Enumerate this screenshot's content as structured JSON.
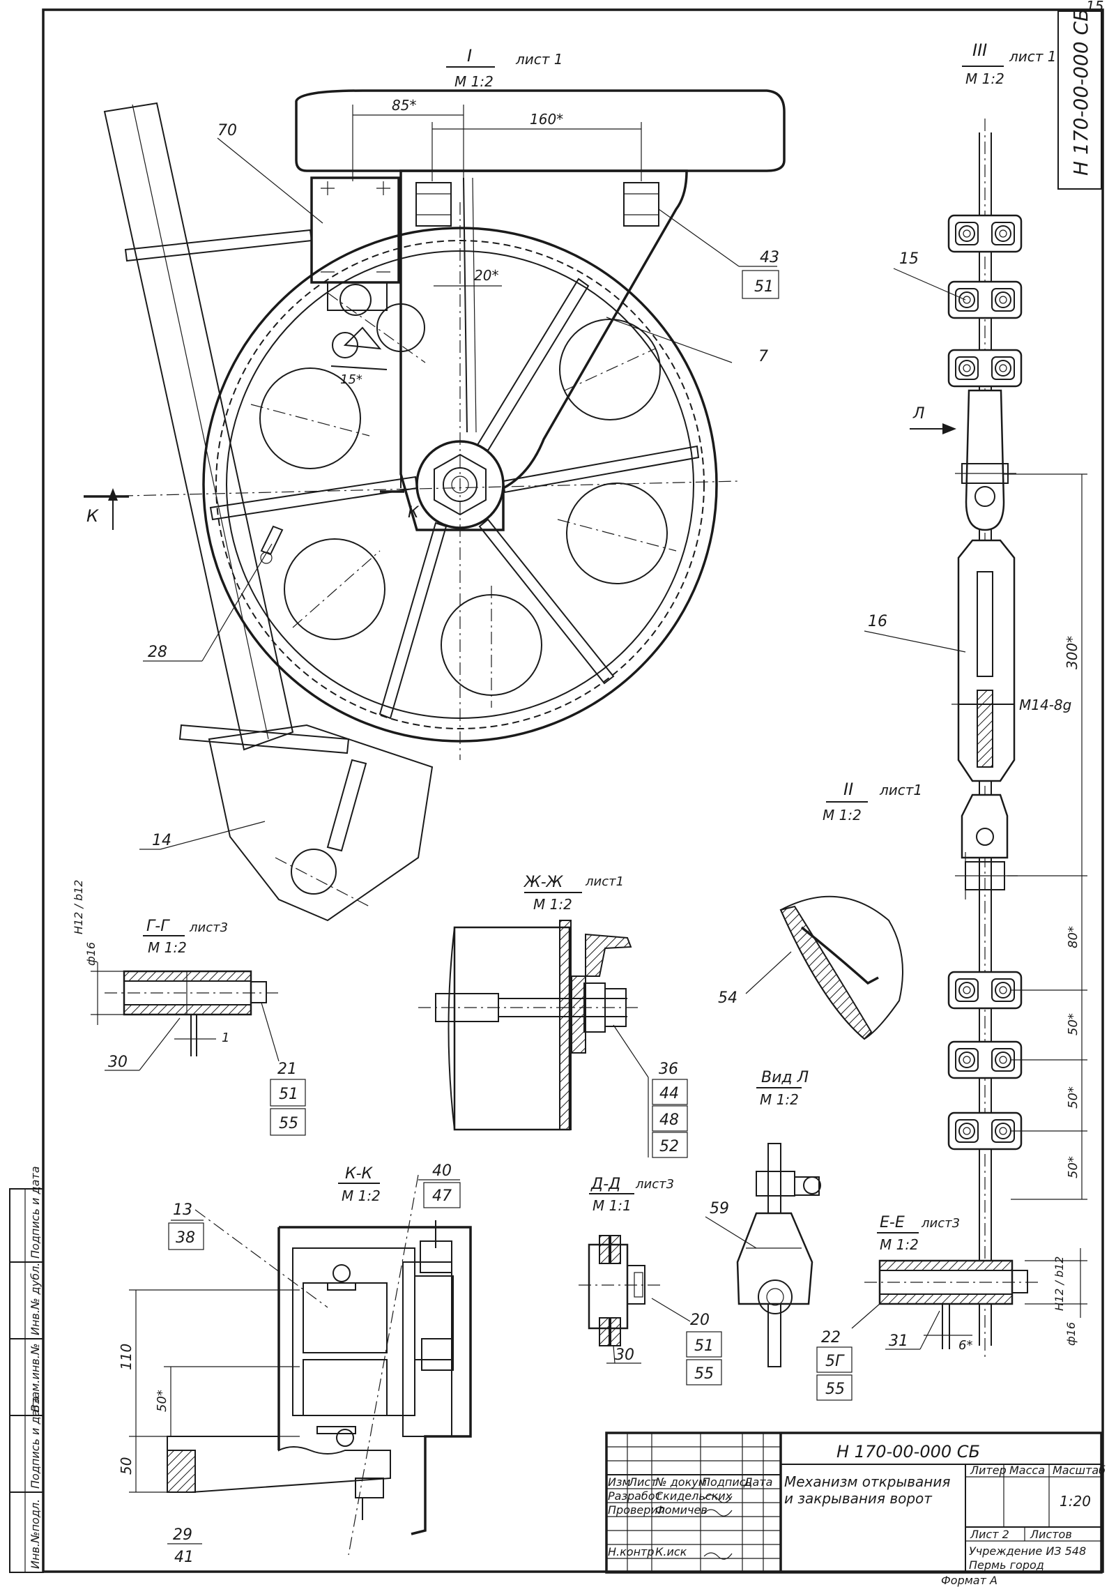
{
  "frame": {
    "sheet_number": "15",
    "stamp_code": "Н 170-00-000 СБ"
  },
  "views": {
    "view1": {
      "roman": "I",
      "sheet_ref": "лист 1",
      "scale": "М 1:2"
    },
    "view2": {
      "roman": "II",
      "sheet_ref": "лист1",
      "scale": "М 1:2"
    },
    "view3": {
      "roman": "III",
      "sheet_ref": "лист 1",
      "scale": "М 1:2"
    },
    "section_gg": {
      "title": "Г-Г",
      "sheet_ref": "лист3",
      "scale": "М 1:2"
    },
    "section_zhzh": {
      "title": "Ж-Ж",
      "sheet_ref": "лист1",
      "scale": "М 1:2"
    },
    "section_kk": {
      "title": "К-К",
      "scale": "М 1:2"
    },
    "section_dd": {
      "title": "Д-Д",
      "sheet_ref": "лист3",
      "scale": "М 1:1"
    },
    "view_l": {
      "title": "Вид Л",
      "scale": "М 1:2"
    },
    "section_ee": {
      "title": "Е-Е",
      "sheet_ref": "лист3",
      "scale": "М 1:2"
    }
  },
  "dimensions": {
    "d85": "85*",
    "d160": "160*",
    "d20": "20*",
    "d15": "15*",
    "d300": "300*",
    "m14": "М14-8g",
    "d80": "80*",
    "d50a": "50*",
    "d50b": "50*",
    "d50c": "50*",
    "d110": "110",
    "d50kk": "50*",
    "d50kk2": "50",
    "d1": "1",
    "d6": "6*",
    "fit_gg": "Н12 / b12",
    "dia_gg": "ф16",
    "fit_ee": "Н12 / b12",
    "dia_ee": "ф16"
  },
  "section_marks": {
    "k_left": "К",
    "k_right": "К",
    "l_arrow": "Л"
  },
  "callouts": {
    "c70": "70",
    "c43": "43",
    "c51a": "51",
    "c7": "7",
    "c15": "15",
    "c28": "28",
    "c16": "16",
    "c14": "14",
    "c54": "54",
    "c30a": "30",
    "c21": "21",
    "c51b": "51",
    "c55a": "55",
    "c36": "36",
    "c44": "44",
    "c48": "48",
    "c52": "52",
    "c13": "13",
    "c38": "38",
    "c40": "40",
    "c47": "47",
    "c29": "29",
    "c41": "41",
    "c20": "20",
    "c51c": "51",
    "c55b": "55",
    "c30b": "30",
    "c59": "59",
    "c22": "22",
    "c51d": "5Г",
    "c55c": "55",
    "c31": "31"
  },
  "side_stamp": [
    "Инв.№подл.",
    "Подпись и дата",
    "Взам.инв.№",
    "Инв.№ дубл.",
    "Подпись и дата"
  ],
  "title_block": {
    "code": "Н 170-00-000 СБ",
    "name_line1": "Механизм открывания",
    "name_line2": "и закрывания ворот",
    "headers": {
      "izm": "Изм",
      "list": "Лист",
      "ndoc": "№ докум",
      "podp": "Подпись",
      "date": "Дата"
    },
    "rows": [
      {
        "role": "Разработ",
        "name": "Скидельских"
      },
      {
        "role": "Проверил",
        "name": "Фомичев"
      }
    ],
    "row_lower": {
      "role": "Н.контр",
      "name": "К.иск"
    },
    "row_dates": [
      "",
      ""
    ],
    "col_litera": "Литер",
    "col_massa": "Масса",
    "col_masshtab": "Масштаб",
    "scale_value": "1:20",
    "list_label": "Лист 2",
    "listov_label": "Листов",
    "org_line1": "Учреждение ИЗ 548",
    "org_line2": "Пермь город",
    "format": "Формат А"
  }
}
